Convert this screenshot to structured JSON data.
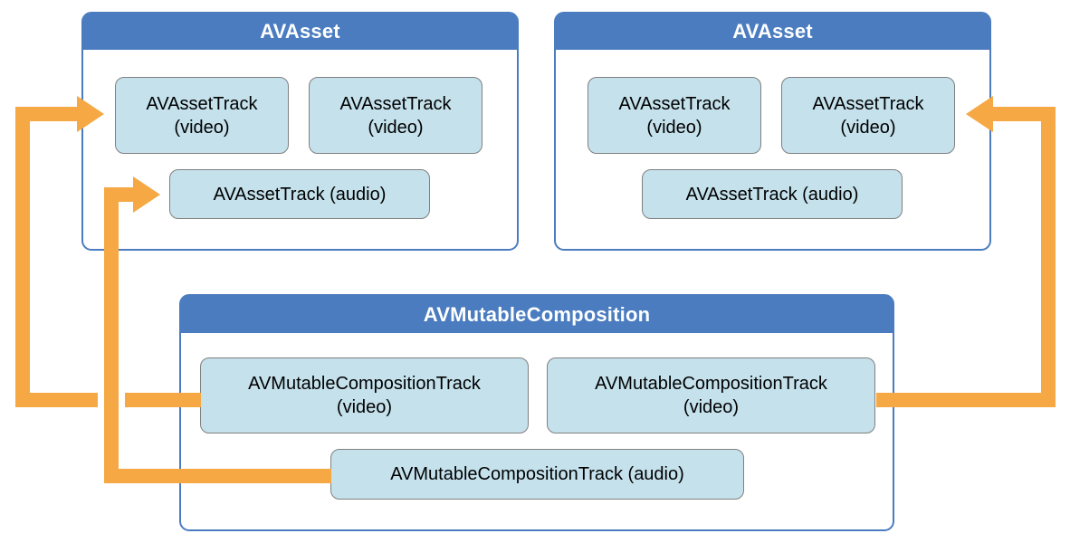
{
  "colors": {
    "header_blue": "#4A7CBF",
    "box_border_blue": "#4A7CBF",
    "track_fill": "#C4E1EC",
    "track_border": "#808080",
    "arrow_orange": "#F5A843",
    "text_dark": "#000000",
    "title_white": "#FFFFFF"
  },
  "asset_left": {
    "title": "AVAsset",
    "video_track_1": {
      "line1": "AVAssetTrack",
      "line2": "(video)"
    },
    "video_track_2": {
      "line1": "AVAssetTrack",
      "line2": "(video)"
    },
    "audio_track": {
      "label": "AVAssetTrack (audio)"
    }
  },
  "asset_right": {
    "title": "AVAsset",
    "video_track_1": {
      "line1": "AVAssetTrack",
      "line2": "(video)"
    },
    "video_track_2": {
      "line1": "AVAssetTrack",
      "line2": "(video)"
    },
    "audio_track": {
      "label": "AVAssetTrack (audio)"
    }
  },
  "composition": {
    "title": "AVMutableComposition",
    "video_track_1": {
      "line1": "AVMutableCompositionTrack",
      "line2": "(video)"
    },
    "video_track_2": {
      "line1": "AVMutableCompositionTrack",
      "line2": "(video)"
    },
    "audio_track": {
      "label": "AVMutableCompositionTrack (audio)"
    }
  }
}
